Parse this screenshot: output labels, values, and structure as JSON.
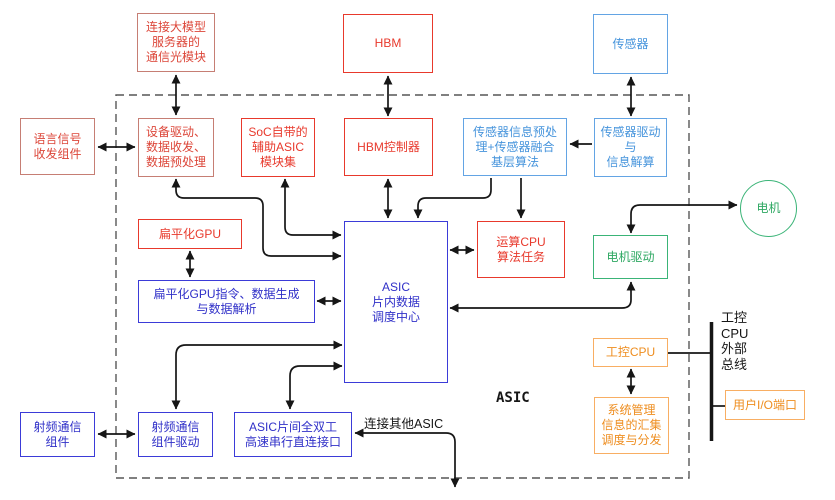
{
  "title": "ASIC architecture block diagram",
  "colors": {
    "red_bright": "#e8392c",
    "red_muted_border": "#c67e74",
    "red_muted_text": "#dc4639",
    "blue_light": "#63a4e4",
    "indigo": "#3b3bd8",
    "green": "#3ab477",
    "orange_border": "#f8ae63",
    "orange_text": "#ee8d1f",
    "wire": "#161616",
    "dashed_border": "#575757"
  },
  "labels": {
    "asic_region": "ASIC",
    "bus": "工控\nCPU\n外部\n总线",
    "other_asic": "连接其他ASIC"
  },
  "nodes": [
    {
      "id": "optical-module",
      "label": "连接大模型\n服务器的\n通信光模块"
    },
    {
      "id": "hbm",
      "label": "HBM"
    },
    {
      "id": "sensor",
      "label": "传感器"
    },
    {
      "id": "speech-io",
      "label": "语言信号\n收发组件"
    },
    {
      "id": "device-driver",
      "label": "设备驱动、\n数据收发、\n数据预处理"
    },
    {
      "id": "soc-aux-asic",
      "label": "SoC自带的\n辅助ASIC\n模块集"
    },
    {
      "id": "hbm-controller",
      "label": "HBM控制器"
    },
    {
      "id": "sensor-preproc",
      "label": "传感器信息预处\n理+传感器融合\n基层算法"
    },
    {
      "id": "sensor-driver",
      "label": "传感器驱动\n与\n信息解算"
    },
    {
      "id": "flat-gpu",
      "label": "扁平化GPU"
    },
    {
      "id": "flat-gpu-instr",
      "label": "扁平化GPU指令、数据生成\n与数据解析"
    },
    {
      "id": "asic-hub",
      "label": "ASIC\n片内数据\n调度中心"
    },
    {
      "id": "compute-cpu",
      "label": "运算CPU\n算法任务"
    },
    {
      "id": "motor-driver",
      "label": "电机驱动"
    },
    {
      "id": "motor",
      "label": "电机"
    },
    {
      "id": "industrial-cpu",
      "label": "工控CPU"
    },
    {
      "id": "sys-mgmt",
      "label": "系统管理\n信息的汇集\n调度与分发"
    },
    {
      "id": "rf-component",
      "label": "射频通信\n组件"
    },
    {
      "id": "rf-driver",
      "label": "射频通信\n组件驱动"
    },
    {
      "id": "asic-interconnect",
      "label": "ASIC片间全双工\n高速串行直连接口"
    },
    {
      "id": "user-io",
      "label": "用户I/O端口"
    }
  ],
  "edges": [
    {
      "from": "optical-module",
      "to": "device-driver",
      "dir": "both"
    },
    {
      "from": "hbm",
      "to": "hbm-controller",
      "dir": "both"
    },
    {
      "from": "sensor",
      "to": "sensor-driver",
      "dir": "both"
    },
    {
      "from": "speech-io",
      "to": "device-driver",
      "dir": "both"
    },
    {
      "from": "sensor-driver",
      "to": "sensor-preproc",
      "dir": "one"
    },
    {
      "from": "hbm-controller",
      "to": "asic-hub",
      "dir": "both"
    },
    {
      "from": "sensor-preproc",
      "to": "asic-hub",
      "dir": "one"
    },
    {
      "from": "sensor-preproc",
      "to": "compute-cpu",
      "dir": "one"
    },
    {
      "from": "soc-aux-asic",
      "to": "asic-hub",
      "dir": "both"
    },
    {
      "from": "device-driver",
      "to": "asic-hub",
      "dir": "both"
    },
    {
      "from": "flat-gpu",
      "to": "flat-gpu-instr",
      "dir": "both"
    },
    {
      "from": "flat-gpu-instr",
      "to": "asic-hub",
      "dir": "both"
    },
    {
      "from": "compute-cpu",
      "to": "asic-hub",
      "dir": "both"
    },
    {
      "from": "asic-hub",
      "to": "motor-driver",
      "dir": "both"
    },
    {
      "from": "motor-driver",
      "to": "motor",
      "dir": "both"
    },
    {
      "from": "industrial-cpu",
      "to": "sys-mgmt",
      "dir": "both"
    },
    {
      "from": "rf-component",
      "to": "rf-driver",
      "dir": "both"
    },
    {
      "from": "asic-hub",
      "to": "rf-driver",
      "dir": "both"
    },
    {
      "from": "asic-hub",
      "to": "asic-interconnect",
      "dir": "both"
    },
    {
      "from": "asic-interconnect",
      "to": "other-asic",
      "dir": "both"
    },
    {
      "from": "industrial-cpu",
      "to": "external-bus",
      "dir": "line"
    },
    {
      "from": "external-bus",
      "to": "user-io",
      "dir": "line"
    }
  ]
}
